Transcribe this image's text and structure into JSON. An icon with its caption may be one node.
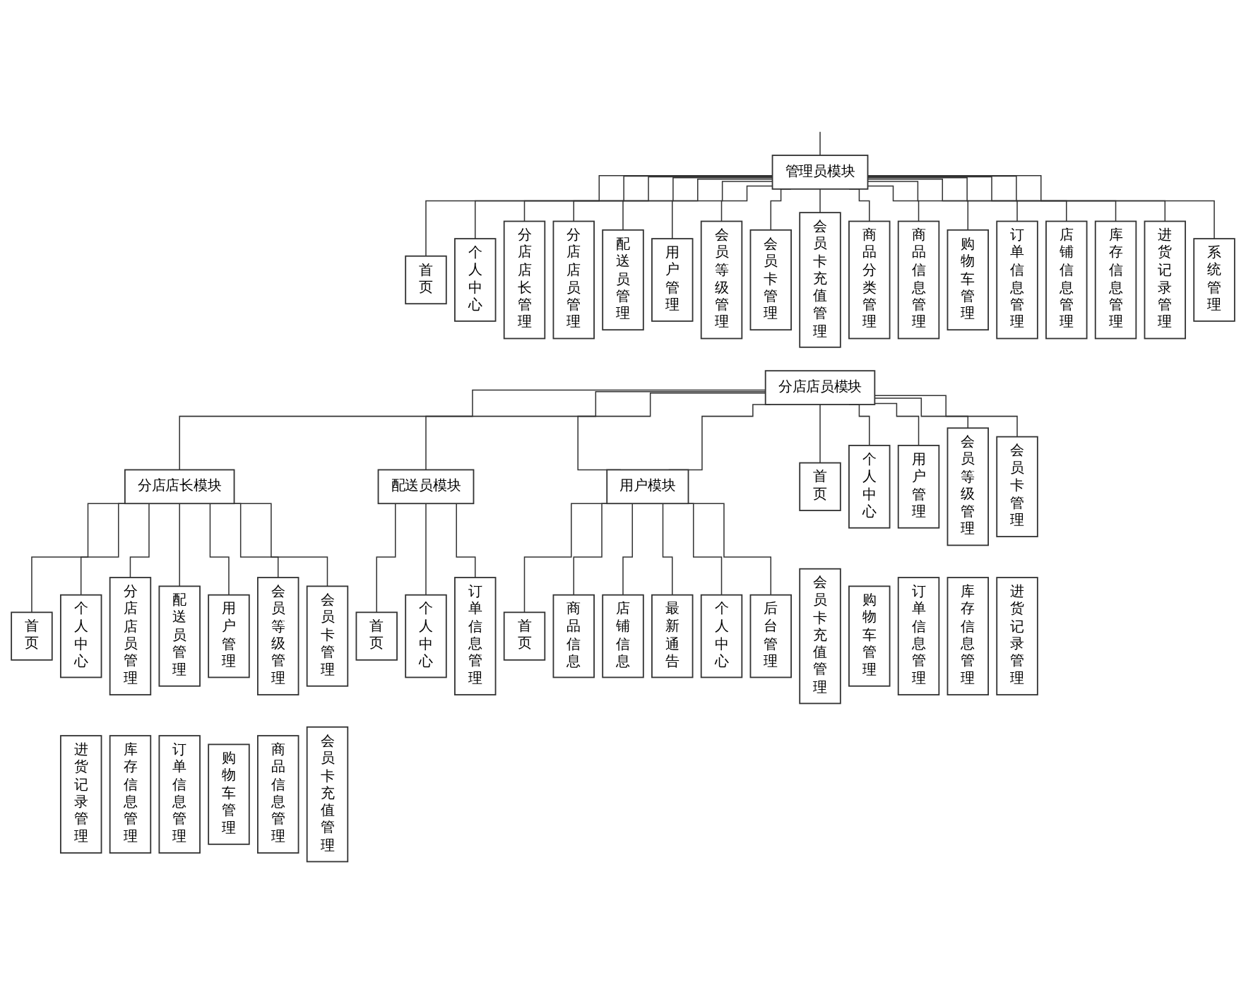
{
  "diagram": {
    "nodes": [
      {
        "text": [
          "管理员模块"
        ]
      },
      {
        "text": [
          "首页"
        ]
      },
      {
        "text": [
          "个人中心"
        ]
      },
      {
        "text": [
          "分店店长管理"
        ]
      },
      {
        "text": [
          "分店店员管理"
        ]
      },
      {
        "text": [
          "配送员管理"
        ]
      },
      {
        "text": [
          "用户管理"
        ]
      },
      {
        "text": [
          "会员等级管理"
        ]
      },
      {
        "text": [
          "会员卡管理"
        ]
      },
      {
        "text": [
          "会员卡充值管理"
        ]
      },
      {
        "text": [
          "商品分类管理"
        ]
      },
      {
        "text": [
          "商品信息管理"
        ]
      },
      {
        "text": [
          "购物车管理"
        ]
      },
      {
        "text": [
          "订单信息管理"
        ]
      },
      {
        "text": [
          "店铺信息管理"
        ]
      },
      {
        "text": [
          "库存信息管理"
        ]
      },
      {
        "text": [
          "进货记录管理"
        ]
      },
      {
        "text": [
          "系统管理"
        ]
      },
      {
        "text": [
          "分店店员模块"
        ]
      },
      {
        "text": [
          "分店店长模块"
        ]
      },
      {
        "text": [
          "配送员模块"
        ]
      },
      {
        "text": [
          "用户模块"
        ]
      },
      {
        "text": [
          "首页"
        ]
      },
      {
        "text": [
          "个人中心"
        ]
      },
      {
        "text": [
          "用户管理"
        ]
      },
      {
        "text": [
          "会员等级管理"
        ]
      },
      {
        "text": [
          "会员卡管理"
        ]
      },
      {
        "text": [
          "首页"
        ]
      },
      {
        "text": [
          "个人中心"
        ]
      },
      {
        "text": [
          "分店店员管理"
        ]
      },
      {
        "text": [
          "配送员管理"
        ]
      },
      {
        "text": [
          "用户管理"
        ]
      },
      {
        "text": [
          "会员等级管理"
        ]
      },
      {
        "text": [
          "会员卡管理"
        ]
      },
      {
        "text": [
          "首页"
        ]
      },
      {
        "text": [
          "个人中心"
        ]
      },
      {
        "text": [
          "订单信息管理"
        ]
      },
      {
        "text": [
          "首页"
        ]
      },
      {
        "text": [
          "商品信息"
        ]
      },
      {
        "text": [
          "店铺信息"
        ]
      },
      {
        "text": [
          "最新通告"
        ]
      },
      {
        "text": [
          "个人中心"
        ]
      },
      {
        "text": [
          "后台管理"
        ]
      },
      {
        "text": [
          "会员卡充值管理"
        ]
      },
      {
        "text": [
          "购物车管理"
        ]
      },
      {
        "text": [
          "订单信息管理"
        ]
      },
      {
        "text": [
          "库存信息管理"
        ]
      },
      {
        "text": [
          "进货记录管理"
        ]
      },
      {
        "text": [
          "进货记录管理"
        ]
      },
      {
        "text": [
          "库存信息管理"
        ]
      },
      {
        "text": [
          "订单信息管理"
        ]
      },
      {
        "text": [
          "购物车管理"
        ]
      },
      {
        "text": [
          "商品信息管理"
        ]
      },
      {
        "text": [
          "会员卡充值管理"
        ]
      }
    ],
    "edges": [
      {
        "from": null,
        "to": 0,
        "arrow": "none"
      },
      {
        "from": 0,
        "to": 1,
        "arrow": "none"
      },
      {
        "from": 0,
        "to": 2,
        "arrow": "none"
      },
      {
        "from": 0,
        "to": 3,
        "arrow": "none"
      },
      {
        "from": 0,
        "to": 4,
        "arrow": "none"
      },
      {
        "from": 0,
        "to": 5,
        "arrow": "none"
      },
      {
        "from": 0,
        "to": 6,
        "arrow": "none"
      },
      {
        "from": 0,
        "to": 7,
        "arrow": "none"
      },
      {
        "from": 0,
        "to": 8,
        "arrow": "none"
      },
      {
        "from": 0,
        "to": 9,
        "arrow": "none"
      },
      {
        "from": 0,
        "to": 10,
        "arrow": "none"
      },
      {
        "from": 0,
        "to": 11,
        "arrow": "none"
      },
      {
        "from": 0,
        "to": 12,
        "arrow": "none"
      },
      {
        "from": 0,
        "to": 13,
        "arrow": "none"
      },
      {
        "from": 0,
        "to": 14,
        "arrow": "none"
      },
      {
        "from": 0,
        "to": 15,
        "arrow": "none"
      },
      {
        "from": 0,
        "to": 16,
        "arrow": "none"
      },
      {
        "from": 0,
        "to": 17,
        "arrow": "none"
      },
      {
        "from": 18,
        "to": 19,
        "arrow": "none"
      },
      {
        "from": 18,
        "to": 20,
        "arrow": "none"
      },
      {
        "from": 18,
        "to": 21,
        "arrow": "none"
      },
      {
        "from": 18,
        "to": 21,
        "arrow": "none"
      },
      {
        "from": 18,
        "to": 22,
        "arrow": "none"
      },
      {
        "from": 18,
        "to": 23,
        "arrow": "none"
      },
      {
        "from": 18,
        "to": 24,
        "arrow": "none"
      },
      {
        "from": 18,
        "to": 25,
        "arrow": "none"
      },
      {
        "from": 18,
        "to": 26,
        "arrow": "none"
      },
      {
        "from": 19,
        "to": 27,
        "arrow": "none"
      },
      {
        "from": 19,
        "to": 28,
        "arrow": "none"
      },
      {
        "from": 19,
        "to": 29,
        "arrow": "none"
      },
      {
        "from": 19,
        "to": 30,
        "arrow": "none"
      },
      {
        "from": 19,
        "to": 31,
        "arrow": "none"
      },
      {
        "from": 19,
        "to": 32,
        "arrow": "none"
      },
      {
        "from": 19,
        "to": 33,
        "arrow": "none"
      },
      {
        "from": 20,
        "to": 34,
        "arrow": "none"
      },
      {
        "from": 20,
        "to": 35,
        "arrow": "none"
      },
      {
        "from": 20,
        "to": 36,
        "arrow": "none"
      },
      {
        "from": 21,
        "to": 37,
        "arrow": "none"
      },
      {
        "from": 21,
        "to": 38,
        "arrow": "none"
      },
      {
        "from": 21,
        "to": 39,
        "arrow": "none"
      },
      {
        "from": 21,
        "to": 40,
        "arrow": "none"
      },
      {
        "from": 21,
        "to": 41,
        "arrow": "none"
      },
      {
        "from": 21,
        "to": 42,
        "arrow": "none"
      }
    ]
  }
}
